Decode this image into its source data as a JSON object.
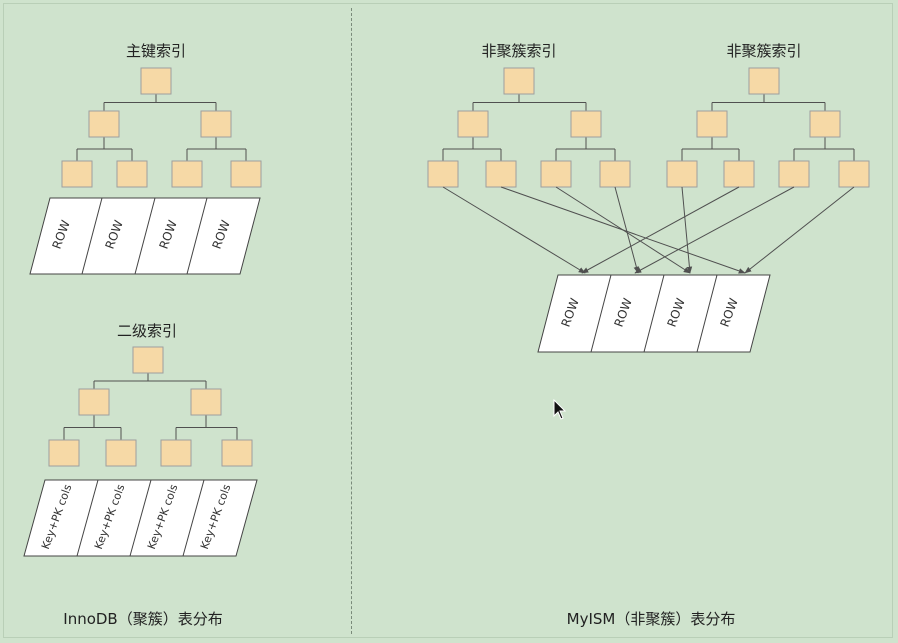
{
  "left": {
    "primary_index_title": "主键索引",
    "secondary_index_title": "二级索引",
    "row_labels": [
      "ROW",
      "ROW",
      "ROW",
      "ROW"
    ],
    "secondary_row_labels": [
      "Key+PK cols",
      "Key+PK cols",
      "Key+PK cols",
      "Key+PK cols"
    ],
    "caption": "InnoDB（聚簇）表分布"
  },
  "right": {
    "index_titles": [
      "非聚簇索引",
      "非聚簇索引"
    ],
    "row_labels": [
      "ROW",
      "ROW",
      "ROW",
      "ROW"
    ],
    "caption": "MyISM（非聚簇）表分布"
  },
  "colors": {
    "background": "#cfe3cd",
    "node_fill": "#f6d9a6",
    "node_stroke": "#9e9e9e",
    "line": "#505050",
    "row_fill": "#ffffff"
  },
  "icons": {
    "cursor": "mouse-pointer-icon"
  }
}
